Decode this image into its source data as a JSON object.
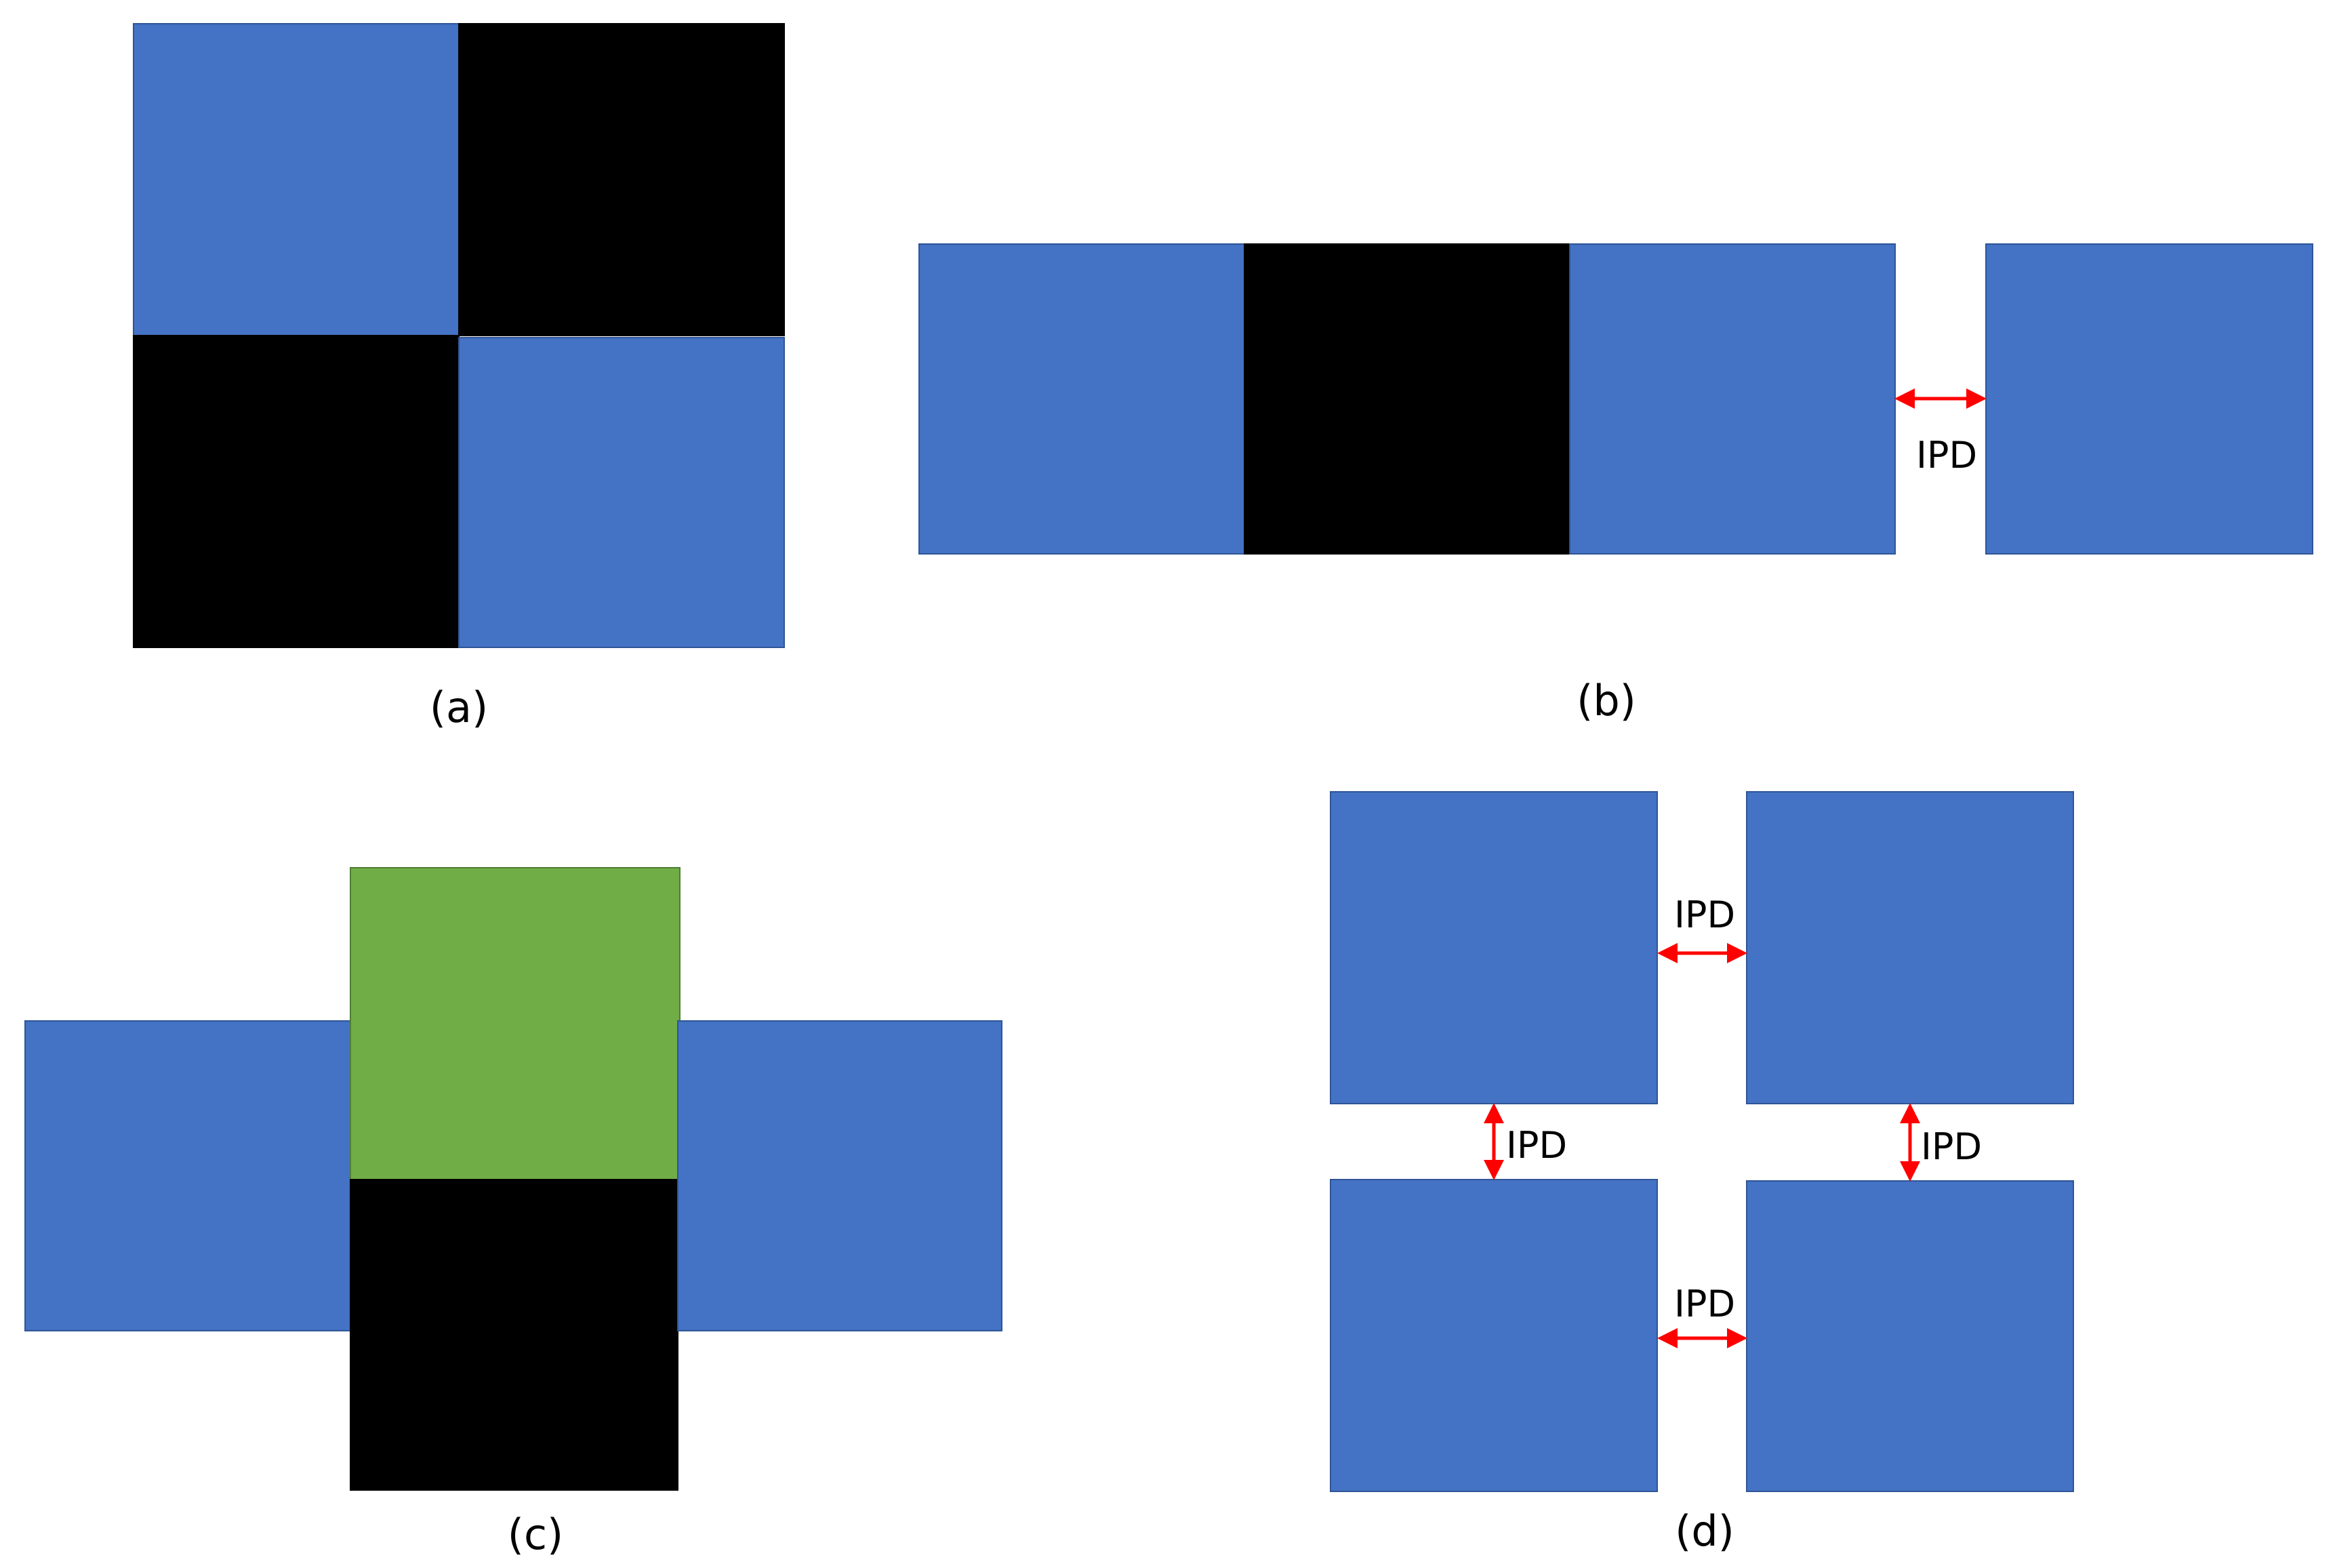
{
  "colors": {
    "blue": "#4472c4",
    "black": "#000000",
    "green": "#70ad47",
    "arrow": "#ff0000"
  },
  "panels": {
    "a": {
      "caption": "(a)"
    },
    "b": {
      "caption": "(b)",
      "ipd_label": "IPD"
    },
    "c": {
      "caption": "(c)"
    },
    "d": {
      "caption": "(d)",
      "ipd_top": "IPD",
      "ipd_left": "IPD",
      "ipd_right": "IPD",
      "ipd_bottom": "IPD"
    }
  }
}
